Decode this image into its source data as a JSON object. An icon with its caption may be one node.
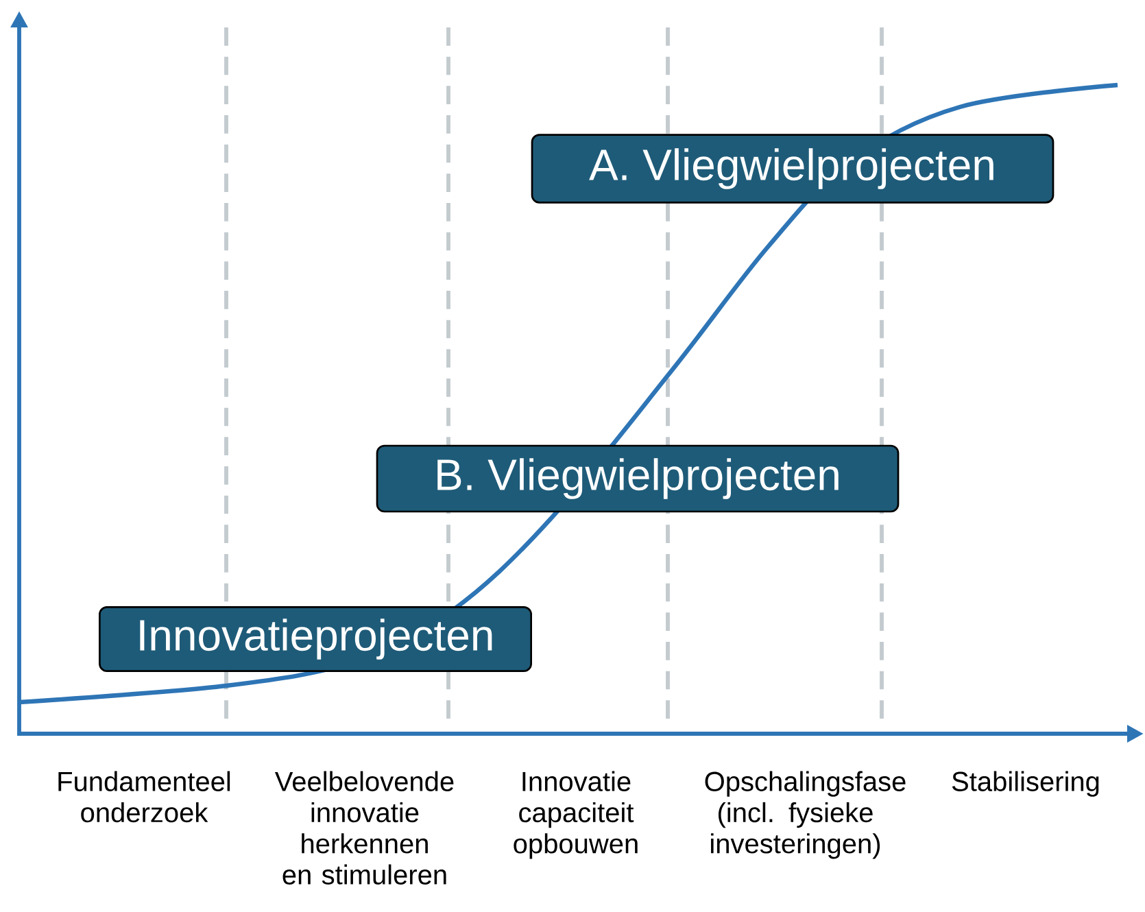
{
  "diagram": {
    "nodes": [
      {
        "text": [
          "A. Vliegwielprojecten"
        ]
      },
      {
        "text": [
          "B. Vliegwielprojecten"
        ]
      },
      {
        "text": [
          "Innovatieprojecten"
        ]
      }
    ],
    "labels": [
      "Fundamenteel onderzoek",
      "Veelbelovende innovatie herkennen en stimuleren",
      "Innovatie capaciteit opbouwen",
      "Opschalingsfase (incl. fysieke investeringen)",
      "Stabilisering"
    ]
  }
}
